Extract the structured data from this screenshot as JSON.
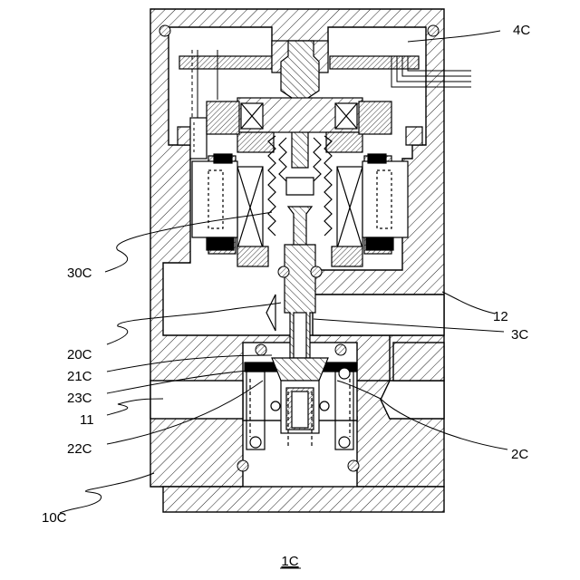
{
  "figure": {
    "caption": "1C",
    "labels": {
      "l_4C": "4C",
      "l_12": "12",
      "l_3C": "3C",
      "l_2C": "2C",
      "l_30C": "30C",
      "l_20C": "20C",
      "l_21C": "21C",
      "l_23C": "23C",
      "l_11": "11",
      "l_22C": "22C",
      "l_10C": "10C"
    }
  }
}
